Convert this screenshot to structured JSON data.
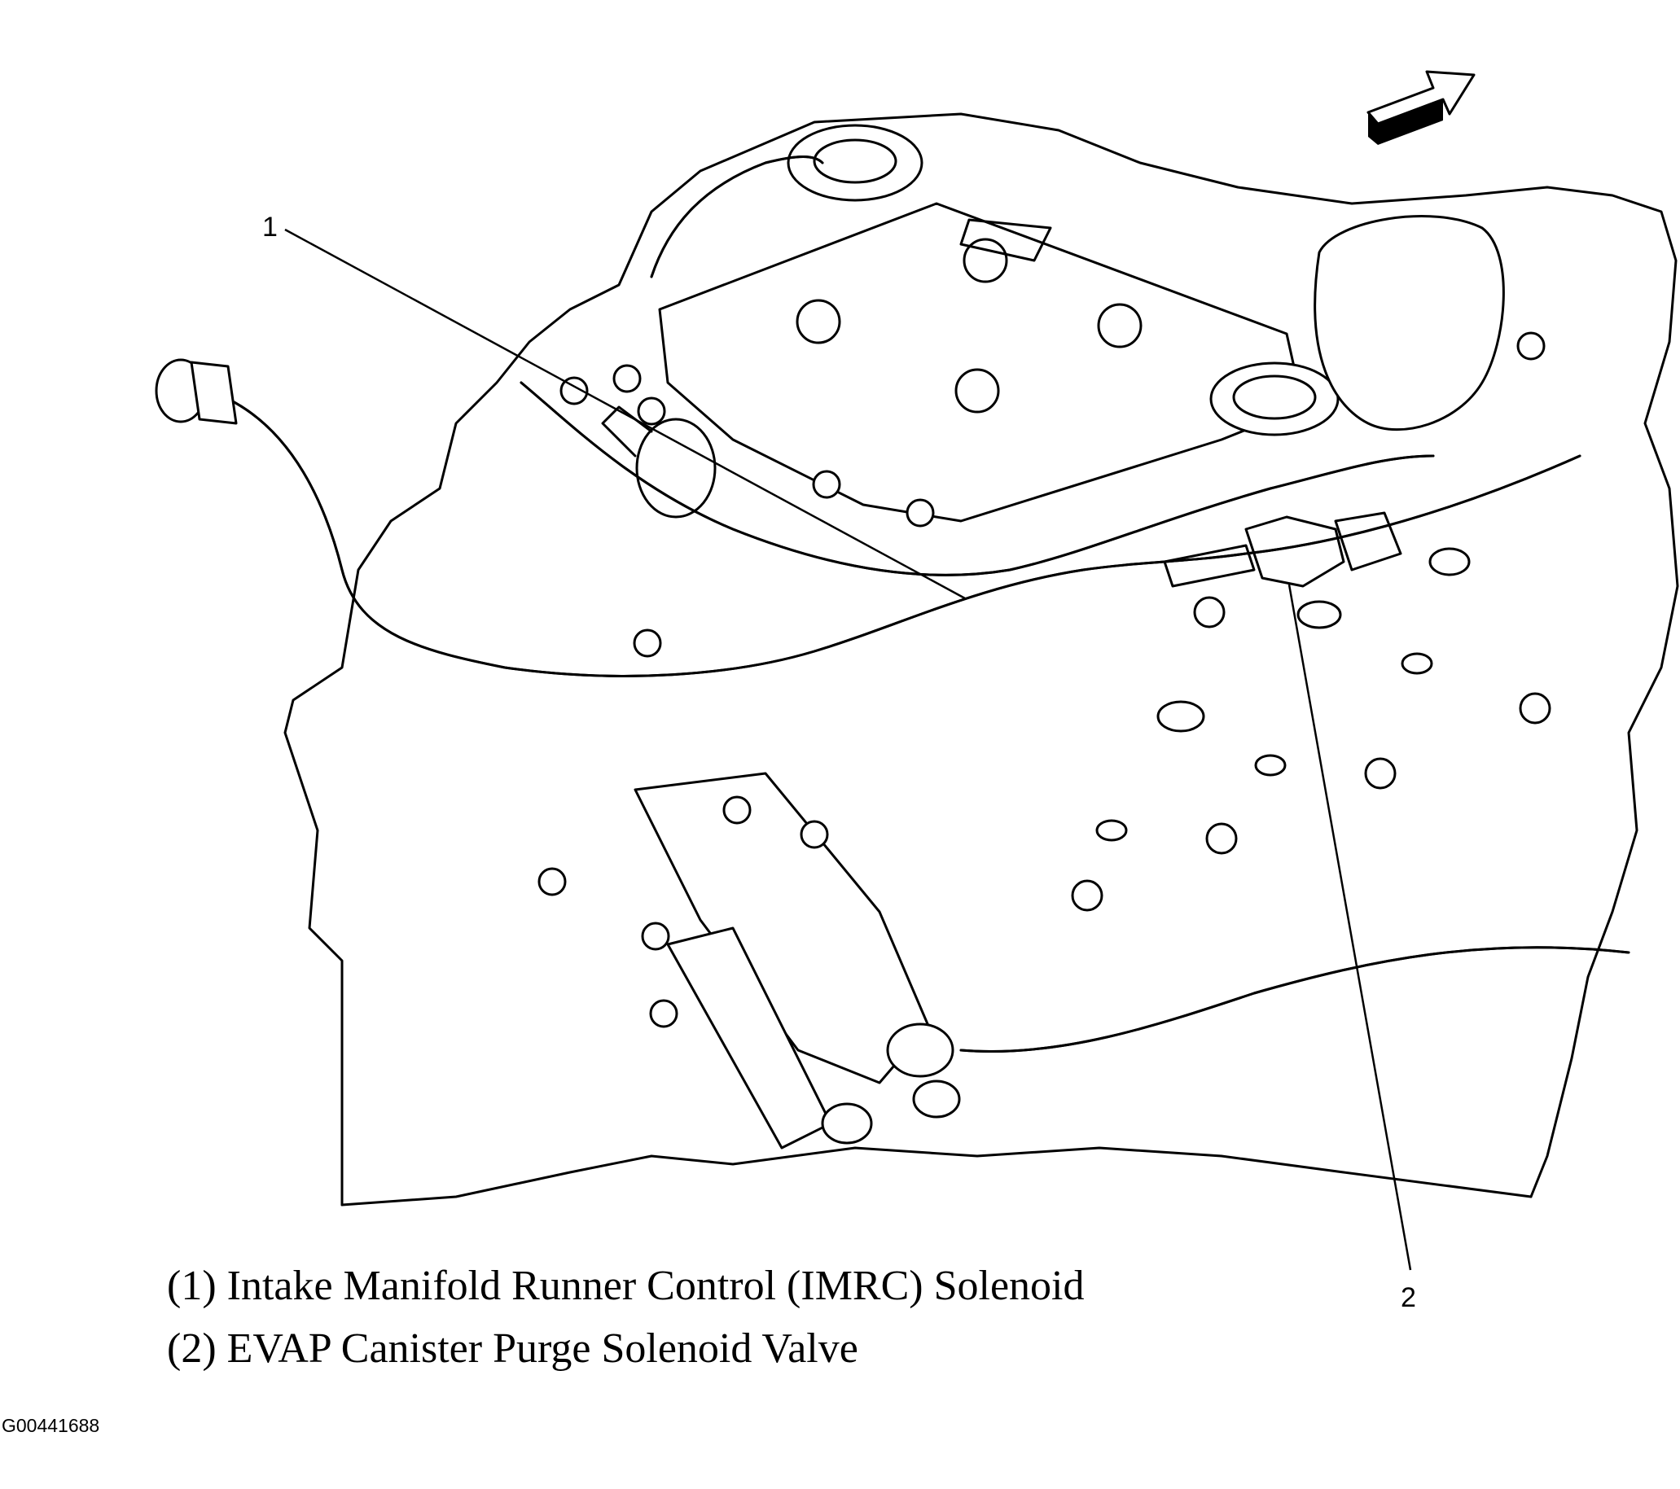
{
  "figure": {
    "callouts": [
      {
        "number": "1"
      },
      {
        "number": "2"
      }
    ],
    "legend": [
      {
        "text": "(1) Intake Manifold Runner Control (IMRC) Solenoid"
      },
      {
        "text": "(2) EVAP Canister Purge Solenoid Valve"
      }
    ],
    "figure_id": "G00441688",
    "direction_arrow_icon": "arrow-forward-icon"
  }
}
